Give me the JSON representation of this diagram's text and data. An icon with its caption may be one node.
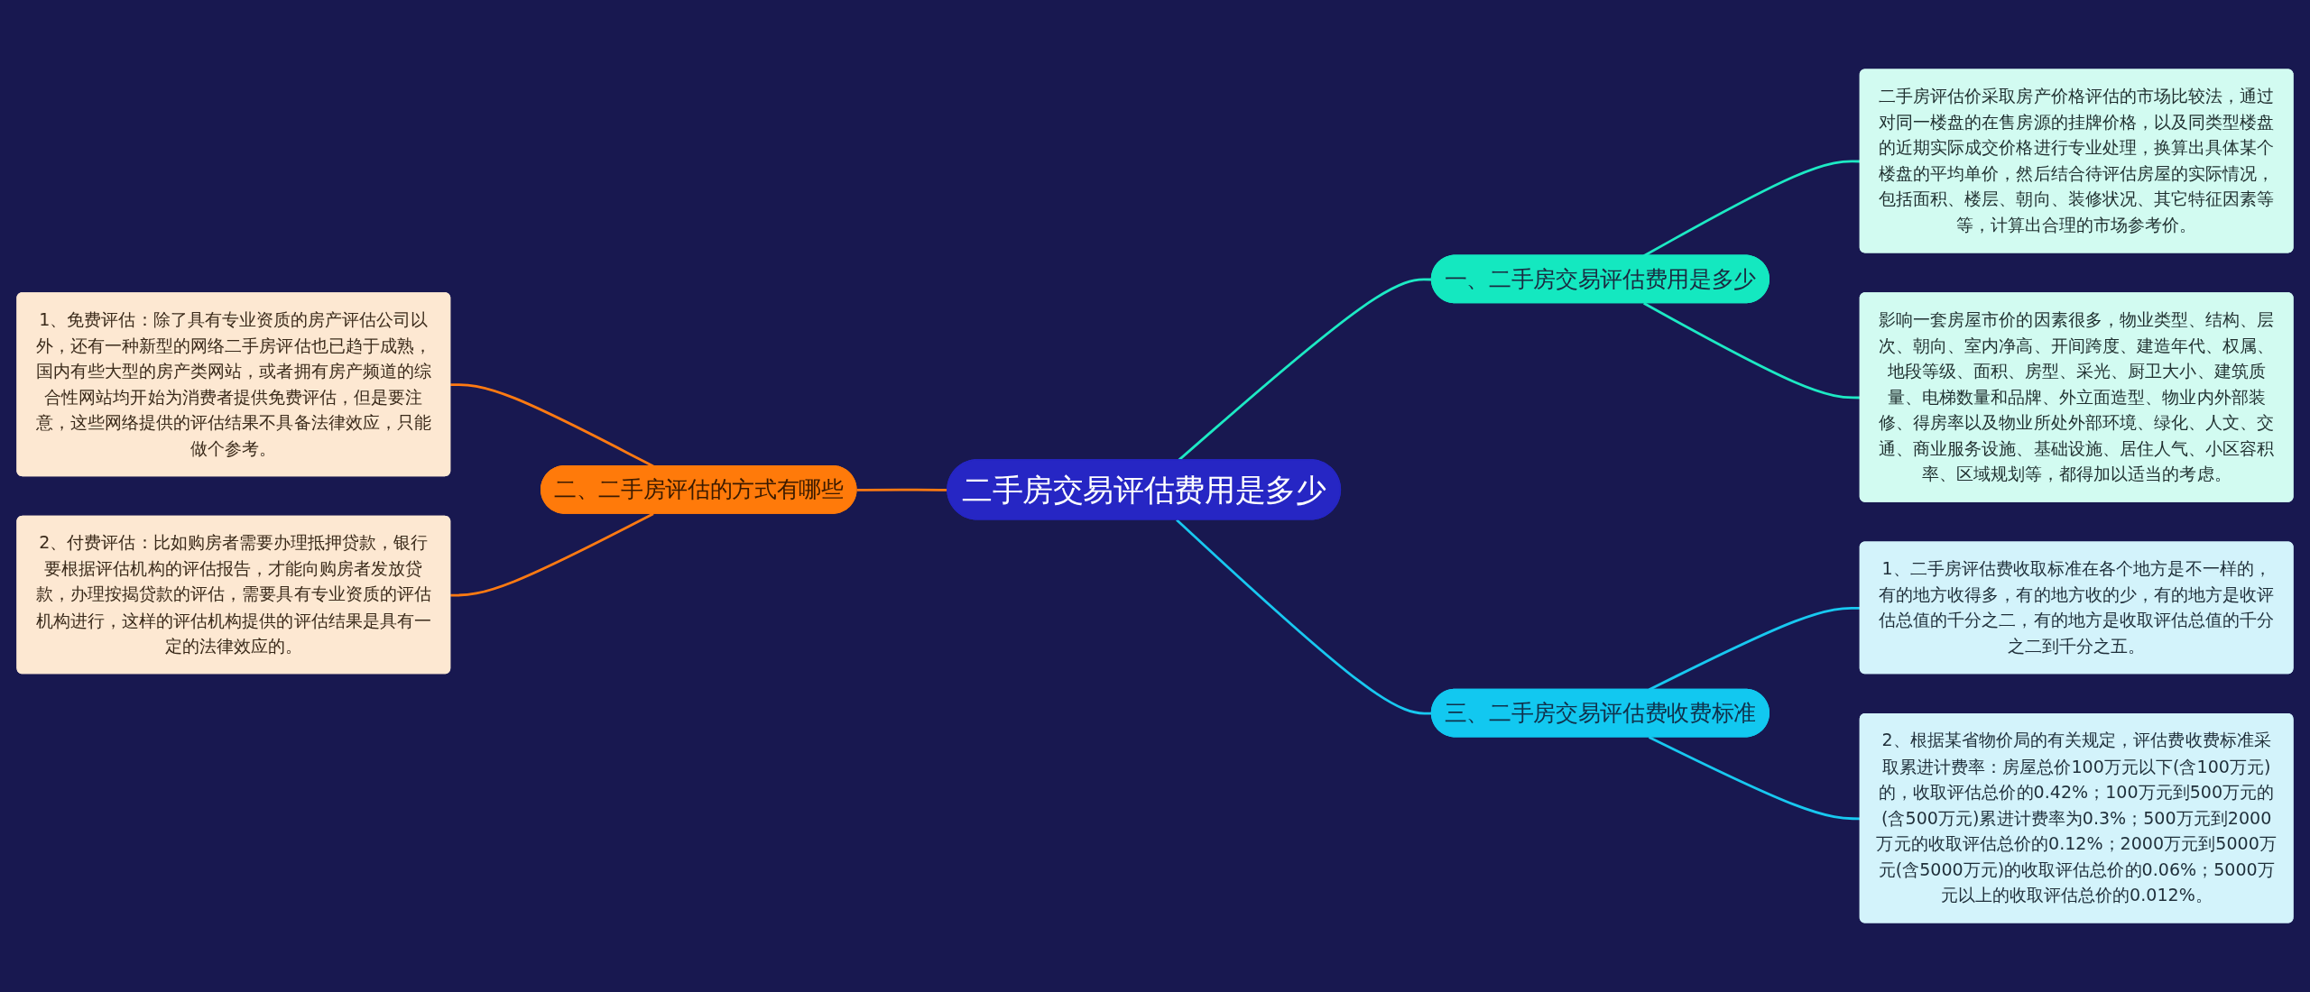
{
  "diagram": {
    "nodes": [
      {
        "text": [
          "二手房交易评估费用是多少"
        ]
      },
      {
        "text": [
          "一、二手房交易评估费用是多少"
        ]
      },
      {
        "text": [
          "二手房评估价采取房产价格评估的市场比较法，通过对同一楼盘的在售房源的挂牌价格，以及同类型楼盘的近期实际成交价格进行专业处理，换算出具体某个楼盘的平均单价，然后结合待评估房屋的实际情况，包括面积、楼层、朝向、装修状况、其它特征因素等等，计算出合理的市场参考价。"
        ]
      },
      {
        "text": [
          "影响一套房屋市价的因素很多，物业类型、结构、层次、朝向、室内净高、开间跨度、建造年代、权属、地段等级、面积、房型、采光、厨卫大小、建筑质量、电梯数量和品牌、外立面造型、物业内外部装修、得房率以及物业所处外部环境、绿化、人文、交通、商业服务设施、基础设施、居住人气、小区容积率、区域规划等，都得加以适当的考虑。"
        ]
      },
      {
        "text": [
          "二、二手房评估的方式有哪些"
        ]
      },
      {
        "text": [
          "1、免费评估：除了具有专业资质的房产评估公司以外，还有一种新型的网络二手房评估也已趋于成熟，国内有些大型的房产类网站，或者拥有房产频道的综合性网站均开始为消费者提供免费评估，但是要注意，这些网络提供的评估结果不具备法律效应，只能做个参考。"
        ]
      },
      {
        "text": [
          "2、付费评估：比如购房者需要办理抵押贷款，银行要根据评估机构的评估报告，才能向购房者发放贷款，办理按揭贷款的评估，需要具有专业资质的评估机构进行，这样的评估机构提供的评估结果是具有一定的法律效应的。"
        ]
      },
      {
        "text": [
          "三、二手房交易评估费收费标准"
        ]
      },
      {
        "text": [
          "1、二手房评估费收取标准在各个地方是不一样的，有的地方收得多，有的地方收的少，有的地方是收评估总值的千分之二，有的地方是收取评估总值的千分之二到千分之五。"
        ]
      },
      {
        "text": [
          "2、根据某省物价局的有关规定，评估费收费标准采取累进计费率：房屋总价100万元以下(含100万元)的，收取评估总价的0.42%；100万元到500万元的(含500万元)累进计费率为0.3%；500万元到2000万元的收取评估总价的0.12%；2000万元到5000万元(含5000万元)的收取评估总价的0.06%；5000万元以上的收取评估总价的0.012%。"
        ]
      }
    ],
    "edges": [
      {
        "from": 0,
        "to": 1,
        "arrow": "none",
        "color": "#1de9c4"
      },
      {
        "from": 1,
        "to": 2,
        "arrow": "none",
        "color": "#1de9c4"
      },
      {
        "from": 1,
        "to": 3,
        "arrow": "none",
        "color": "#1de9c4"
      },
      {
        "from": 4,
        "to": 0,
        "arrow": "none",
        "color": "#ff7a12"
      },
      {
        "from": 5,
        "to": 4,
        "arrow": "none",
        "color": "#ff7a12"
      },
      {
        "from": 6,
        "to": 4,
        "arrow": "none",
        "color": "#ff7a12"
      },
      {
        "from": 0,
        "to": 7,
        "arrow": "none",
        "color": "#18c8f0"
      },
      {
        "from": 7,
        "to": 8,
        "arrow": "none",
        "color": "#18c8f0"
      },
      {
        "from": 7,
        "to": 9,
        "arrow": "none",
        "color": "#18c8f0"
      }
    ]
  }
}
